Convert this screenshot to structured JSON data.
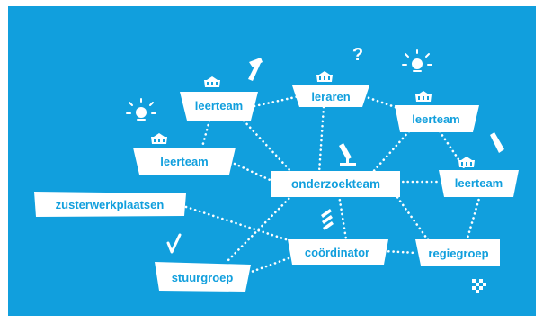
{
  "colors": {
    "background": "#119fdd",
    "node_fill": "#ffffff",
    "node_text": "#119fdd",
    "connector": "#ffffff"
  },
  "nodes": {
    "leerteam_1": {
      "label": "leerteam"
    },
    "leraren": {
      "label": "leraren"
    },
    "leerteam_2": {
      "label": "leerteam"
    },
    "leerteam_3": {
      "label": "leerteam"
    },
    "onderzoekteam": {
      "label": "onderzoekteam"
    },
    "leerteam_4": {
      "label": "leerteam"
    },
    "zusterwerkplaatsen": {
      "label": "zusterwerkplaatsen"
    },
    "coordinator": {
      "label": "coördinator"
    },
    "regiegroep": {
      "label": "regiegroep"
    },
    "stuurgroep": {
      "label": "stuurgroep"
    }
  },
  "icons": [
    "school-icon",
    "hammer-icon",
    "question-mark-icon",
    "lightbulb-icon",
    "microscope-icon",
    "test-tube-icon",
    "books-icon",
    "checkmark-icon",
    "puzzle-icon"
  ]
}
